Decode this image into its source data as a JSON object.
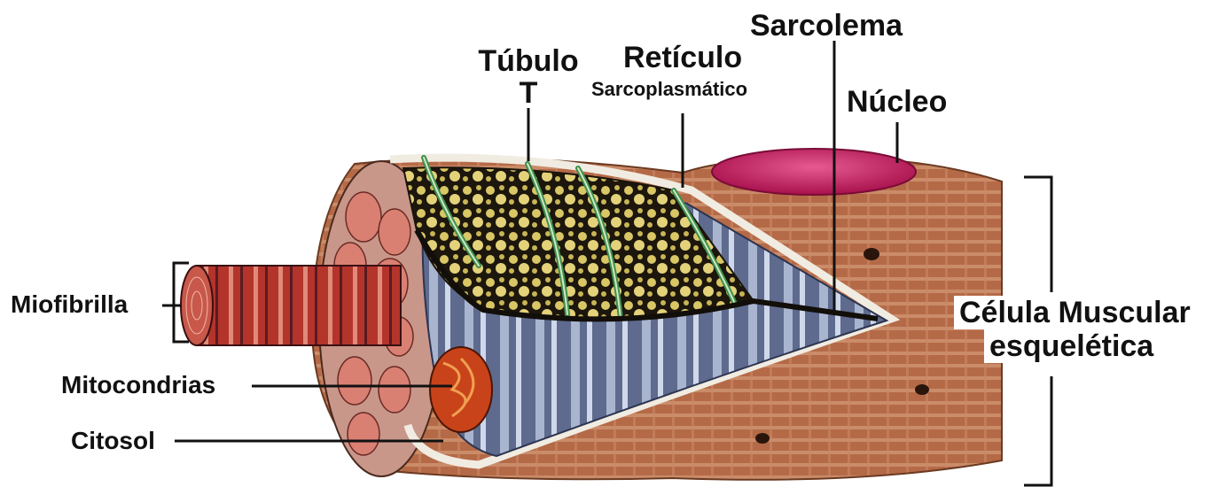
{
  "labels": {
    "sarcolema": "Sarcolema",
    "tubulo": "Túbulo",
    "tubulo_t": "T",
    "reticulo": "Retículo",
    "reticulo_sub": "Sarcoplasmático",
    "nucleo": "Núcleo",
    "miofibrilla": "Miofibrilla",
    "mitocondrias": "Mitocondrias",
    "citosol": "Citosol",
    "celula_line1": "Célula Muscular",
    "celula_line2": "esquelética"
  },
  "colors": {
    "fiber_outer": "#b56a47",
    "fiber_stripes": "#d9a27d",
    "nucleus": "#c0185a",
    "myofibril": "#b3342b",
    "sarcoplasmic_reticulum": "#d9c766",
    "t_tubule": "#3f8f4f",
    "cytosol": "#8e9bb8",
    "mitochondrion": "#c8431a",
    "sarcolemma_edge": "#f1ece2",
    "line": "#111111"
  }
}
